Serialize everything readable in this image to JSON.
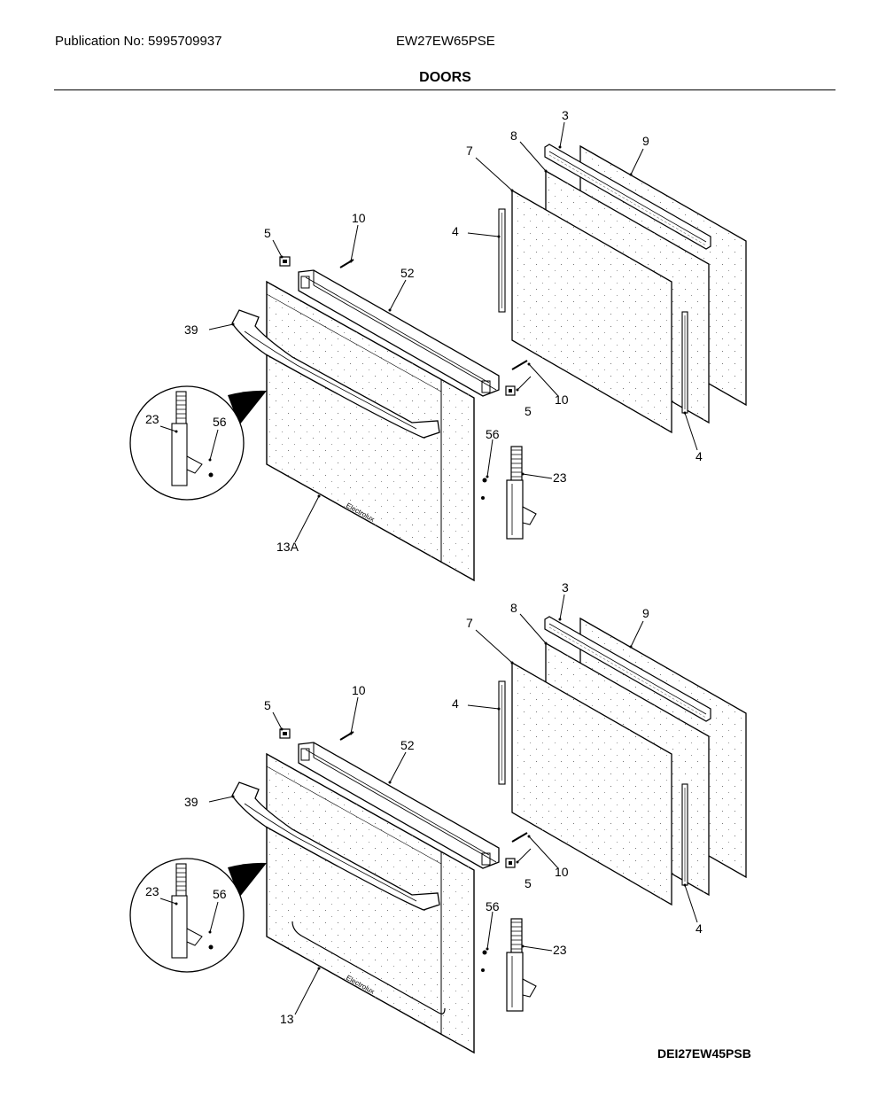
{
  "header": {
    "publication": "Publication No: 5995709937",
    "model": "EW27EW65PSE",
    "title": "DOORS"
  },
  "footer": {
    "code": "DEI27EW45PSB"
  },
  "callouts": {
    "top": {
      "glass_9": "9",
      "trim_3": "3",
      "glass_8": "8",
      "glass_7": "7",
      "spacer_4_left": "4",
      "spacer_4_right": "4",
      "screw_10_top": "10",
      "clip_5_top": "5",
      "channel_52": "52",
      "handle_39": "39",
      "hinge_detail_23": "23",
      "hinge_detail_56": "56",
      "screw_10_bottom": "10",
      "clip_5_bottom": "5",
      "hinge_56": "56",
      "hinge_23": "23",
      "door_panel": "13A"
    },
    "bottom": {
      "glass_9": "9",
      "trim_3": "3",
      "glass_8": "8",
      "glass_7": "7",
      "spacer_4_left": "4",
      "spacer_4_right": "4",
      "screw_10_top": "10",
      "clip_5_top": "5",
      "channel_52": "52",
      "handle_39": "39",
      "hinge_detail_23": "23",
      "hinge_detail_56": "56",
      "screw_10_bottom": "10",
      "clip_5_bottom": "5",
      "hinge_56": "56",
      "hinge_23": "23",
      "door_panel": "13"
    }
  }
}
